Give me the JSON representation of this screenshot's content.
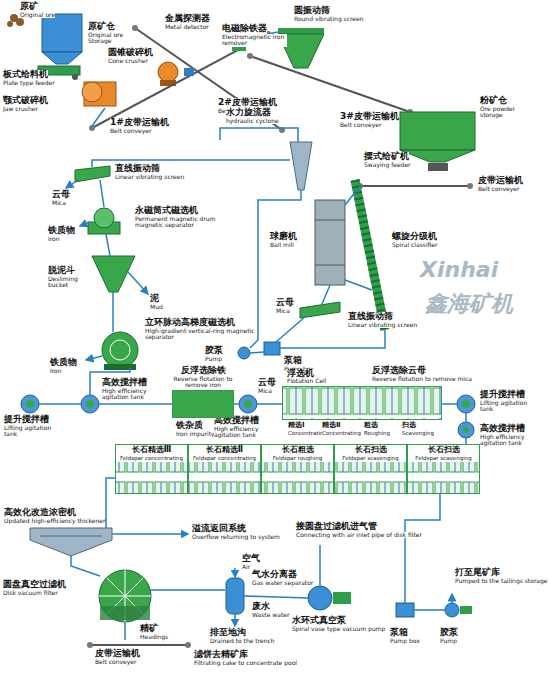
{
  "diagram": {
    "nodes": [
      {
        "text": [
          "反浮选除铁",
          "Reverse flotation to remove iron"
        ]
      },
      {
        "text": [
          "浮选机",
          "Flotation Cell"
        ]
      },
      {
        "text": [
          "长石精选Ⅲ",
          "Feldspar concentrating"
        ]
      },
      {
        "text": [
          "长石精选Ⅱ",
          "Feldspar concentrating"
        ]
      },
      {
        "text": [
          "长石粗选",
          "Feldspar roughing"
        ]
      },
      {
        "text": [
          "长石扫选",
          "Feldspar scavenging"
        ]
      },
      {
        "text": [
          "长石扫选",
          "Feldspar scavenging"
        ]
      }
    ],
    "labels": [
      "原矿",
      "Original ore",
      "原矿仓",
      "Original ore Storage",
      "板式给料机",
      "Plate type feeder",
      "颚式破碎机",
      "Jaw crusher",
      "圆锥破碎机",
      "Cone crusher",
      "金属探测器",
      "Metal detector",
      "电磁除铁器",
      "Electromagnetic iron remover",
      "圆振动筛",
      "Round vibrating screen",
      "1#皮带运输机",
      "Belt conveyer",
      "2#皮带运输机",
      "Belt conveyer",
      "3#皮带运输机",
      "Belt conveyer",
      "粉矿仓",
      "Ore powder storage",
      "水力旋流器",
      "hydraulic cyclone",
      "摆式给矿机",
      "Swaying feeder",
      "皮带运输机",
      "Belt conveyer",
      "直线振动筛",
      "Linear vibrating screen",
      "云母",
      "Mica",
      "铁质物",
      "Iron",
      "永磁筒式磁选机",
      "Permanent magnetic drum magnetic separator",
      "球磨机",
      "Ball mill",
      "螺旋分级机",
      "Spiral classifier",
      "脱泥斗",
      "Desliming bucket",
      "泥",
      "Mud",
      "立环脉动高梯度磁选机",
      "High-gradient vertical-ring magnetic separator",
      "云母",
      "Mica",
      "直线振动筛",
      "Linear vibrating screen",
      "铁质物",
      "Iron",
      "胶泵",
      "Pump",
      "泵箱",
      "Pump box",
      "提升搅拌槽",
      "Lifting agitation tank",
      "高效搅拌槽",
      "High efficiency agitation tank",
      "铁杂质",
      "Iron impurity",
      "高效搅拌槽",
      "High efficiency agitation tank",
      "云母",
      "Mica",
      "精选Ⅰ",
      "Concentrating",
      "精选Ⅱ",
      "Concentrating",
      "粗选",
      "Roughing",
      "扫选",
      "Scavenging",
      "反浮选除云母",
      "Reverse flotation to remove mica",
      "提升搅拌槽",
      "Lifting agitation tank",
      "高效搅拌槽",
      "High efficiency agitation tank",
      "高效化改造浓密机",
      "Updated high-efficiency thickener",
      "溢流返回系统",
      "Overflow returning to system",
      "接圆盘过滤机进气管",
      "Connecting with air inlet pipe of disk filter",
      "空气",
      "Air",
      "圆盘真空过滤机",
      "Disk vacuum filter",
      "气水分离器",
      "Gas water separator",
      "废水",
      "Waste water",
      "排至地沟",
      "Drained to the trench",
      "水环式真空泵",
      "Spiral vase type vacuum pump",
      "精矿",
      "Headings",
      "皮带运输机",
      "Belt conveyer",
      "滤饼去精矿库",
      "Filtrating cake to concentrate pool",
      "打至尾矿库",
      "Pumped to the tailings storage",
      "泵箱",
      "Pump box",
      "胶泵",
      "Pump",
      "Xinhai",
      "鑫海矿机"
    ]
  }
}
